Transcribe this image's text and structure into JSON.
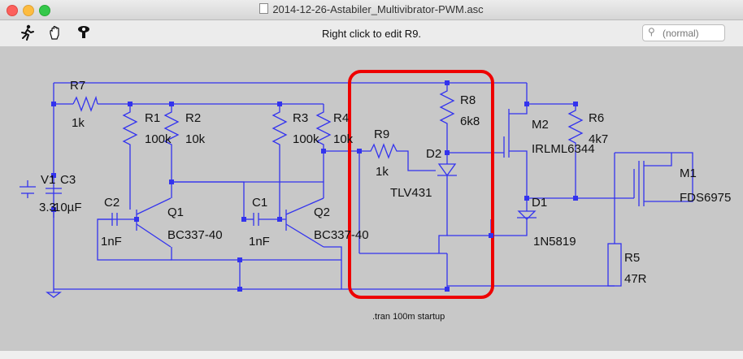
{
  "window": {
    "title": "2014-12-26-Astabiler_Multivibrator-PWM.asc"
  },
  "toolbar": {
    "status": "Right click to edit R9.",
    "search_placeholder": "(normal)",
    "icons": [
      "run-icon",
      "halt-hand-icon",
      "probe-icon"
    ]
  },
  "schematic": {
    "components": {
      "R7": {
        "name": "R7",
        "value": "1k"
      },
      "R1": {
        "name": "R1",
        "value": "100k"
      },
      "R2": {
        "name": "R2",
        "value": "10k"
      },
      "R3": {
        "name": "R3",
        "value": "100k"
      },
      "R4": {
        "name": "R4",
        "value": "10k"
      },
      "R9": {
        "name": "R9",
        "value": "1k"
      },
      "R8": {
        "name": "R8",
        "value": "6k8"
      },
      "R6": {
        "name": "R6",
        "value": "4k7"
      },
      "R5": {
        "name": "R5",
        "value": "47R"
      },
      "V1": {
        "name": "V1",
        "value": "3.3"
      },
      "C3": {
        "name": "C3",
        "value": "10µF"
      },
      "C2": {
        "name": "C2",
        "value": "1nF"
      },
      "C1": {
        "name": "C1",
        "value": "1nF"
      },
      "Q1": {
        "name": "Q1",
        "value": "BC337-40"
      },
      "Q2": {
        "name": "Q2",
        "value": "BC337-40"
      },
      "D2": {
        "name": "D2",
        "value": "TLV431"
      },
      "D1": {
        "name": "D1",
        "value": "1N5819"
      },
      "M2": {
        "name": "M2",
        "value": "IRLML6344"
      },
      "M1": {
        "name": "M1",
        "value": "FDS6975"
      }
    },
    "directive": ".tran 100m startup",
    "colors": {
      "wire": "#3333ee",
      "junction": "#3333ee",
      "highlight": "#ee0000",
      "background": "#c8c8c8",
      "text": "#111111"
    }
  }
}
